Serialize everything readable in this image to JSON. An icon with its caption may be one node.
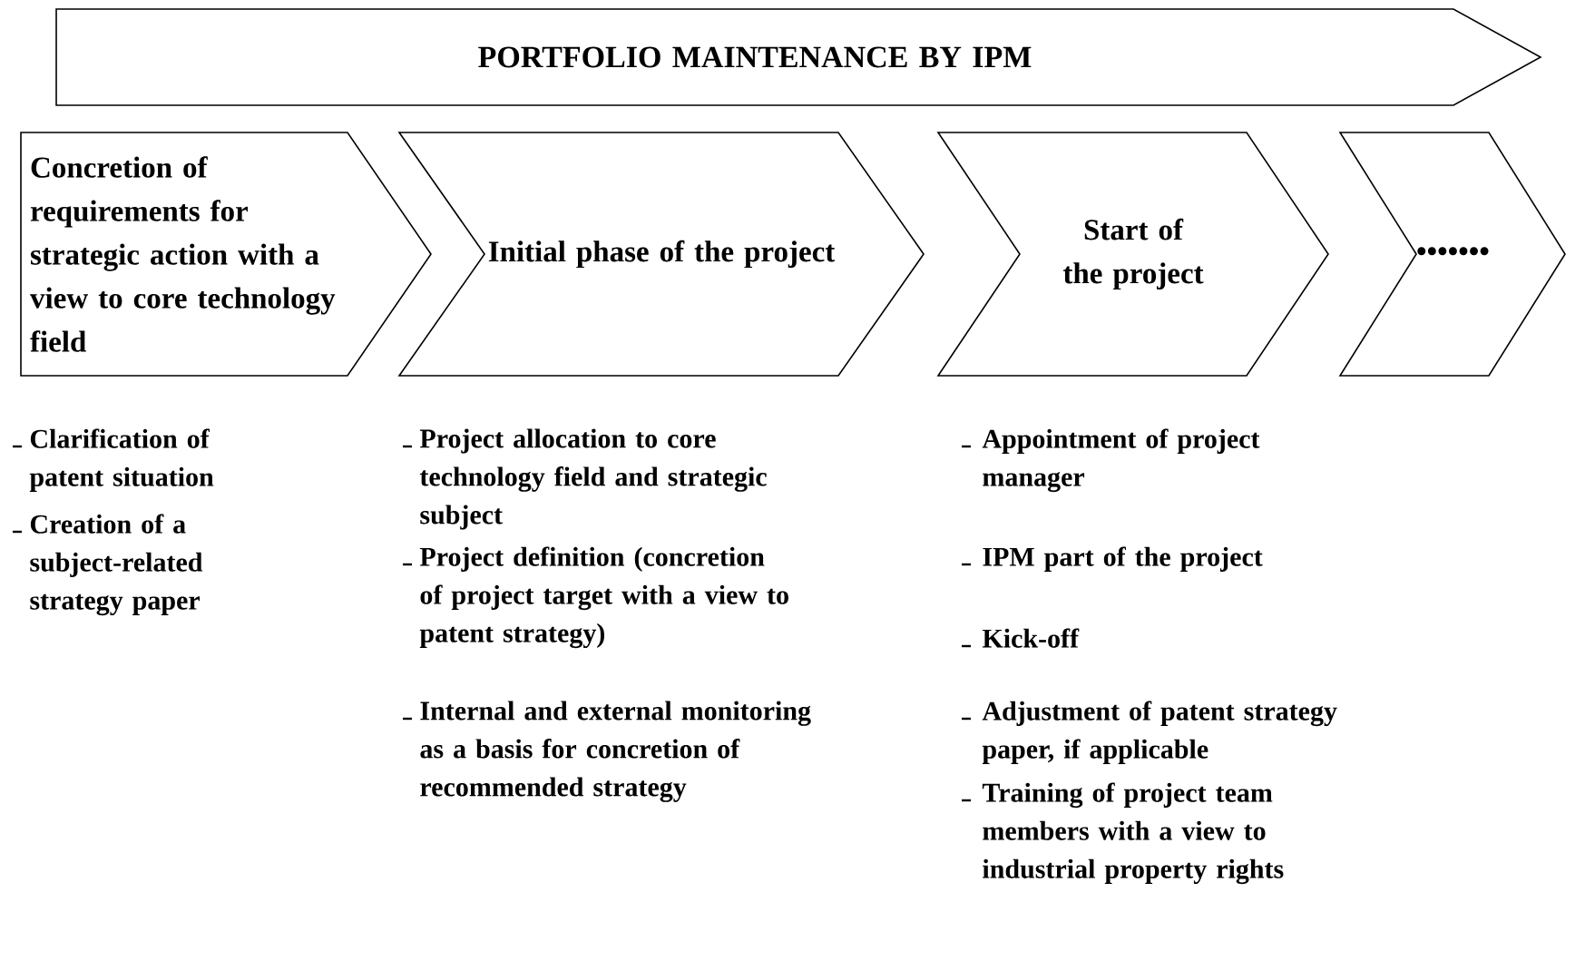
{
  "diagram": {
    "nodes": [
      {
        "text": [
          "PORTFOLIO MAINTENANCE BY IPM"
        ]
      },
      {
        "text": [
          "Concretion of requirements for strategic action with a view to core technology field"
        ]
      },
      {
        "text": [
          "Initial phase of the project"
        ]
      },
      {
        "text": [
          "Start of the project"
        ]
      },
      {
        "text": [
          "•••••••"
        ]
      }
    ],
    "labels": [
      "Clarification of patent situation",
      "Creation of a subject-related strategy paper",
      "Project allocation to core technology field and strategic subject",
      "Project definition (concretion of project target with a view to patent strategy)",
      "Internal and external monitoring as a basis for concretion of recommended strategy",
      "Appointment of project manager",
      "IPM part of the project",
      "Kick-off",
      "Adjustment of patent strategy paper, if applicable",
      "Training of project team members with a view to industrial property rights"
    ]
  }
}
